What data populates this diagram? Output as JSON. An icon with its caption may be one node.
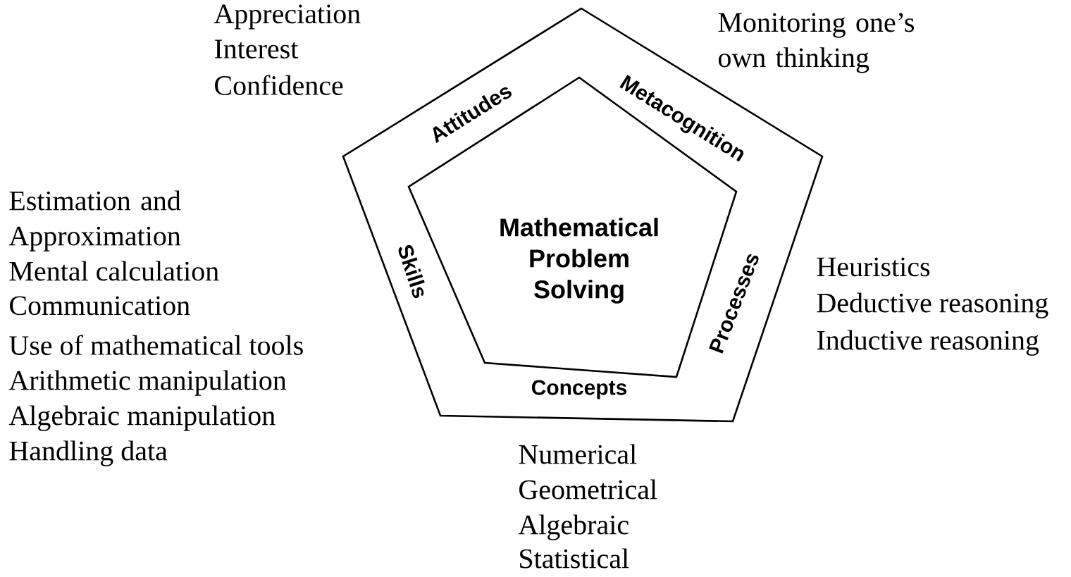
{
  "diagram": {
    "nodes": [
      {
        "text": [
          "Attitudes",
          "Metacognition",
          "Processes",
          "Concepts",
          "Skills"
        ]
      },
      {
        "text": [
          "Mathematical Problem Solving"
        ],
        "in": 0
      }
    ],
    "labels": [
      "Appreciation",
      "Interest",
      "Confidence",
      "Monitoring one’s own thinking",
      "Estimation and Approximation",
      "Mental calculation",
      "Communication",
      "Use of mathematical tools",
      "Arithmetic manipulation",
      "Algebraic manipulation",
      "Handling data",
      "Heuristics",
      "Deductive reasoning",
      "Inductive reasoning",
      "Numerical",
      "Geometrical",
      "Algebraic",
      "Statistical"
    ]
  }
}
